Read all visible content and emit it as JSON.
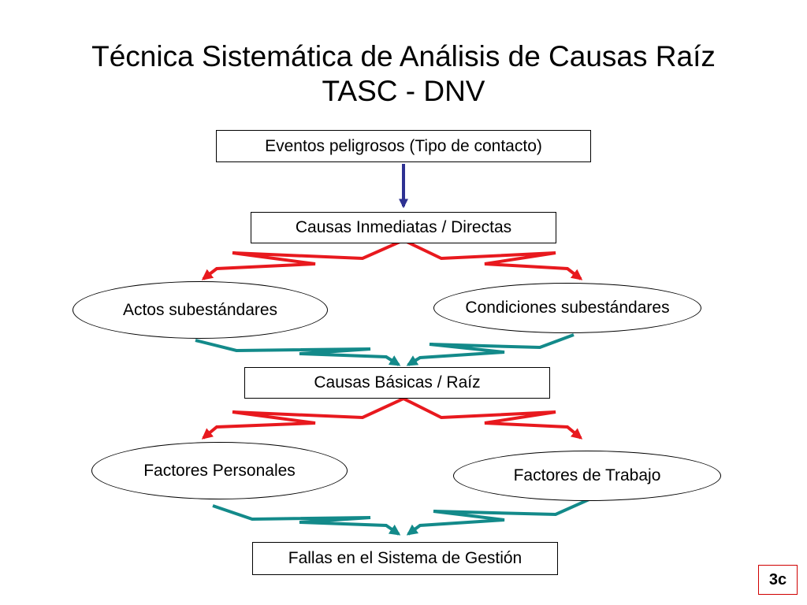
{
  "title": {
    "line1": "Técnica Sistemática de Análisis de Causas Raíz",
    "line2": "TASC - DNV"
  },
  "nodes": {
    "eventos": "Eventos peligrosos (Tipo de contacto)",
    "inmediatas": "Causas Inmediatas / Directas",
    "actos": "Actos subestándares",
    "condiciones": "Condiciones subestándares",
    "basicas": "Causas Básicas / Raíz",
    "personales": "Factores Personales",
    "trabajo": "Factores de Trabajo",
    "fallas": "Fallas en el Sistema de Gestión"
  },
  "slide_number": "3c",
  "colors": {
    "down_arrow": "#2e3192",
    "split_arrows": "#e8191e",
    "merge_arrows": "#138a8a"
  }
}
